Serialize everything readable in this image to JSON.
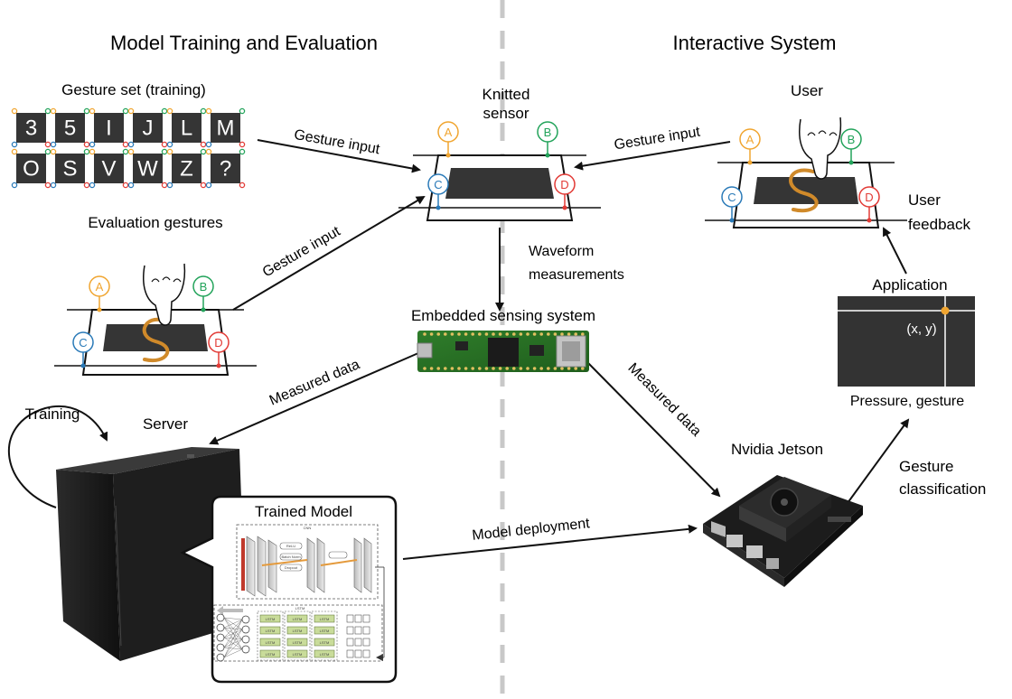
{
  "headers": {
    "left": "Model Training and Evaluation",
    "right": "Interactive System"
  },
  "gesture_set": {
    "title": "Gesture set (training)",
    "row1": [
      "3",
      "5",
      "I",
      "J",
      "L",
      "M"
    ],
    "row2": [
      "O",
      "S",
      "V",
      "W",
      "Z",
      "?"
    ]
  },
  "evaluation": {
    "title": "Evaluation gestures"
  },
  "sensor": {
    "title_line1": "Knitted",
    "title_line2": "sensor",
    "electrodes": [
      "A",
      "B",
      "C",
      "D"
    ]
  },
  "user": {
    "title": "User"
  },
  "arrows": {
    "gesture_input_1": "Gesture input",
    "gesture_input_2": "Gesture input",
    "gesture_input_3": "Gesture input",
    "waveform_line1": "Waveform",
    "waveform_line2": "measurements",
    "measured_data_left": "Measured data",
    "measured_data_right": "Measured data",
    "model_deployment": "Model deployment",
    "user_feedback_line1": "User",
    "user_feedback_line2": "feedback",
    "gesture_class_line1": "Gesture",
    "gesture_class_line2": "classification"
  },
  "embedded": {
    "title": "Embedded sensing system"
  },
  "application": {
    "title": "Application",
    "coord": "(x, y)",
    "caption": "Pressure, gesture"
  },
  "server": {
    "title": "Server",
    "training": "Training"
  },
  "jetson": {
    "title": "Nvidia Jetson"
  },
  "trained_model": {
    "title": "Trained Model",
    "cnn_label": "CNN",
    "relu": "ReLU",
    "batchnorm": "Batch Norm",
    "dropout": "Dropout",
    "lstm_label": "LSTM",
    "lstm_cell": "LSTM"
  },
  "colors": {
    "A": "#f0a530",
    "B": "#22a35a",
    "C": "#2a7ab8",
    "D": "#e23a35",
    "divider": "#c8c8c8",
    "pad": "#353535",
    "lstm_cell": "#c9dc9a"
  }
}
